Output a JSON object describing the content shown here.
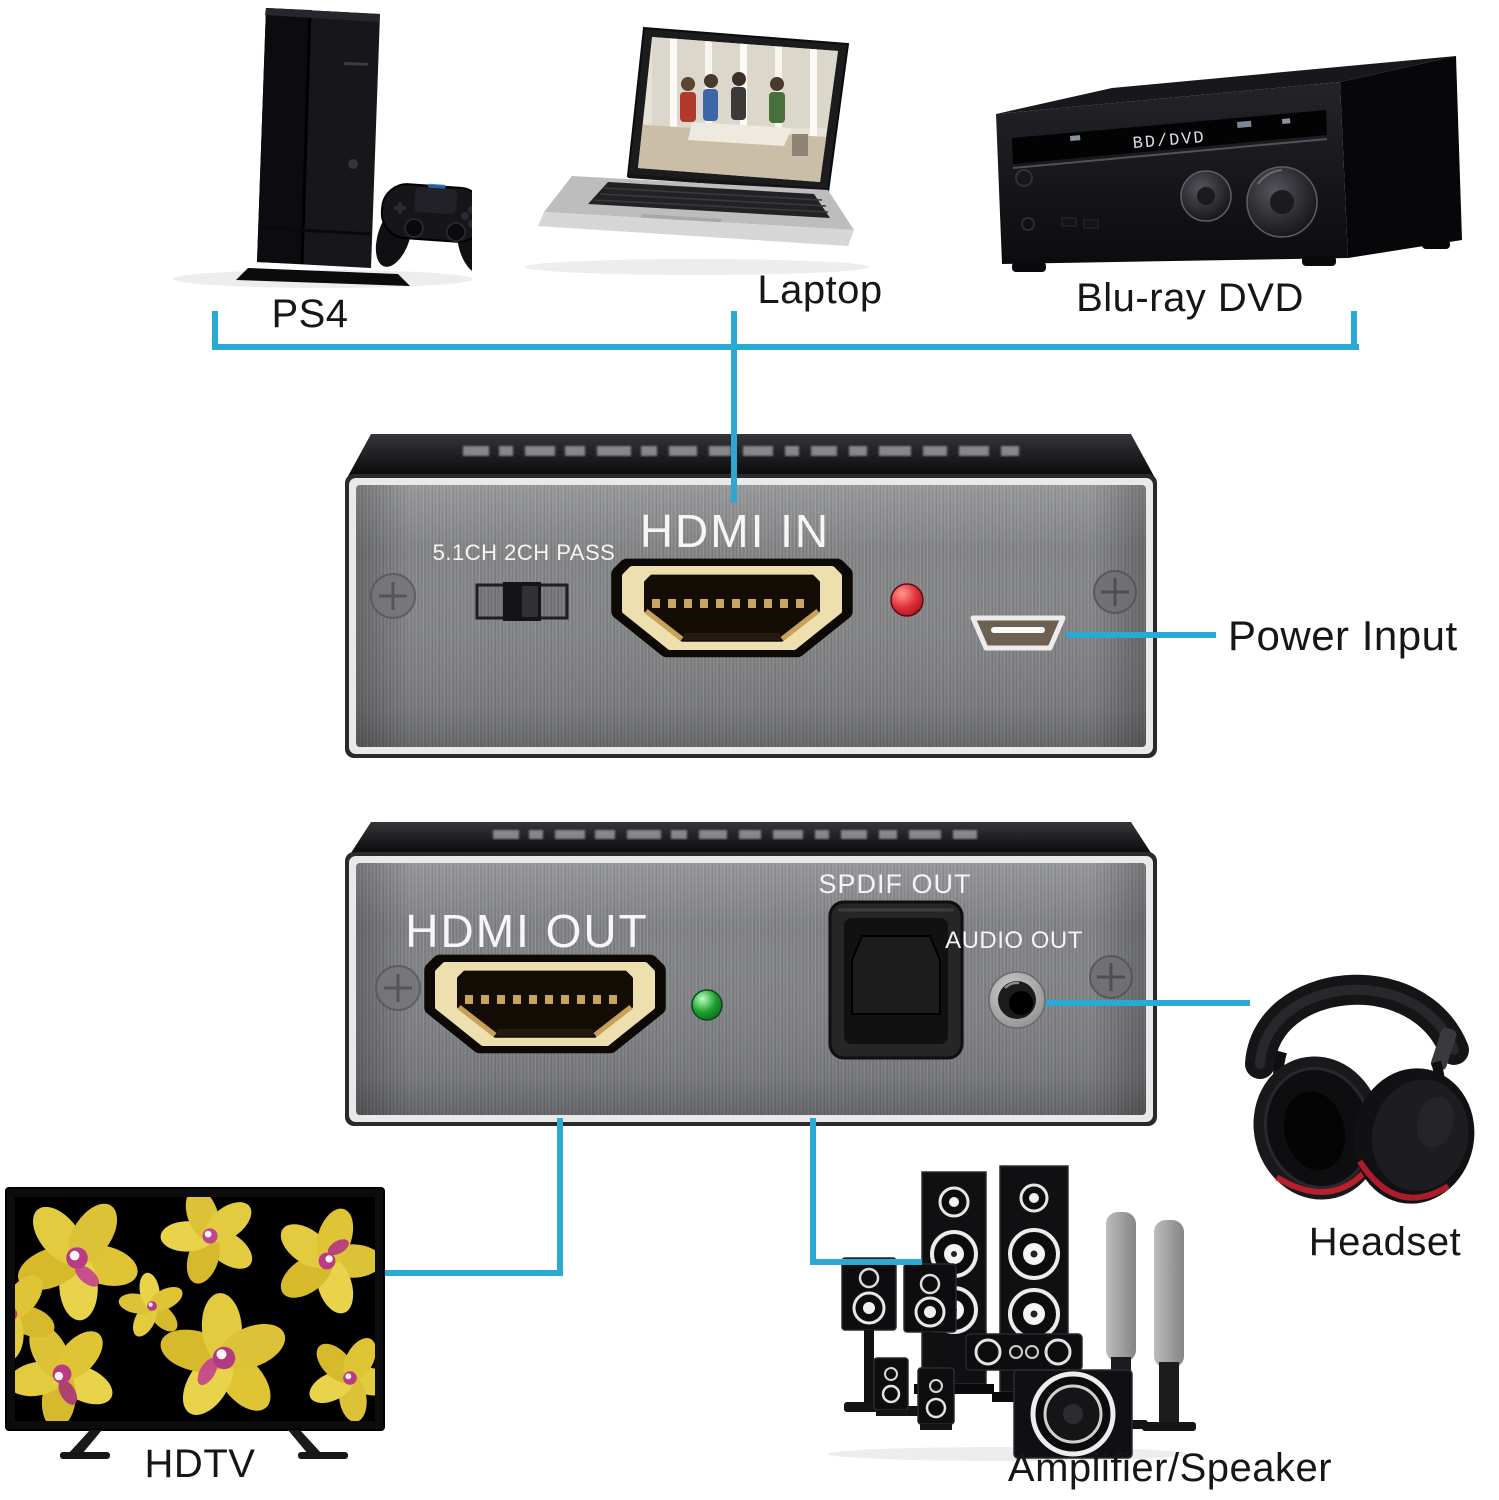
{
  "diagram": {
    "connector_color": "#29a9d4",
    "label_color": "#161616"
  },
  "devices": {
    "ps4": {
      "label": "PS4"
    },
    "laptop": {
      "label": "Laptop"
    },
    "bluray": {
      "label": "Blu-ray DVD",
      "display_text": "BD/DVD"
    },
    "hdtv": {
      "label": "HDTV"
    },
    "amplifier": {
      "label": "Amplifier/Speaker"
    },
    "headset": {
      "label": "Headset"
    }
  },
  "extractor_front": {
    "mode_switch_label": "5.1CH 2CH PASS",
    "hdmi_in_label": "HDMI IN",
    "power_input_label": "Power Input",
    "led_color": "#d01623"
  },
  "extractor_back": {
    "hdmi_out_label": "HDMI OUT",
    "spdif_out_label": "SPDIF OUT",
    "audio_out_label": "AUDIO OUT",
    "led_color": "#1da32f"
  }
}
